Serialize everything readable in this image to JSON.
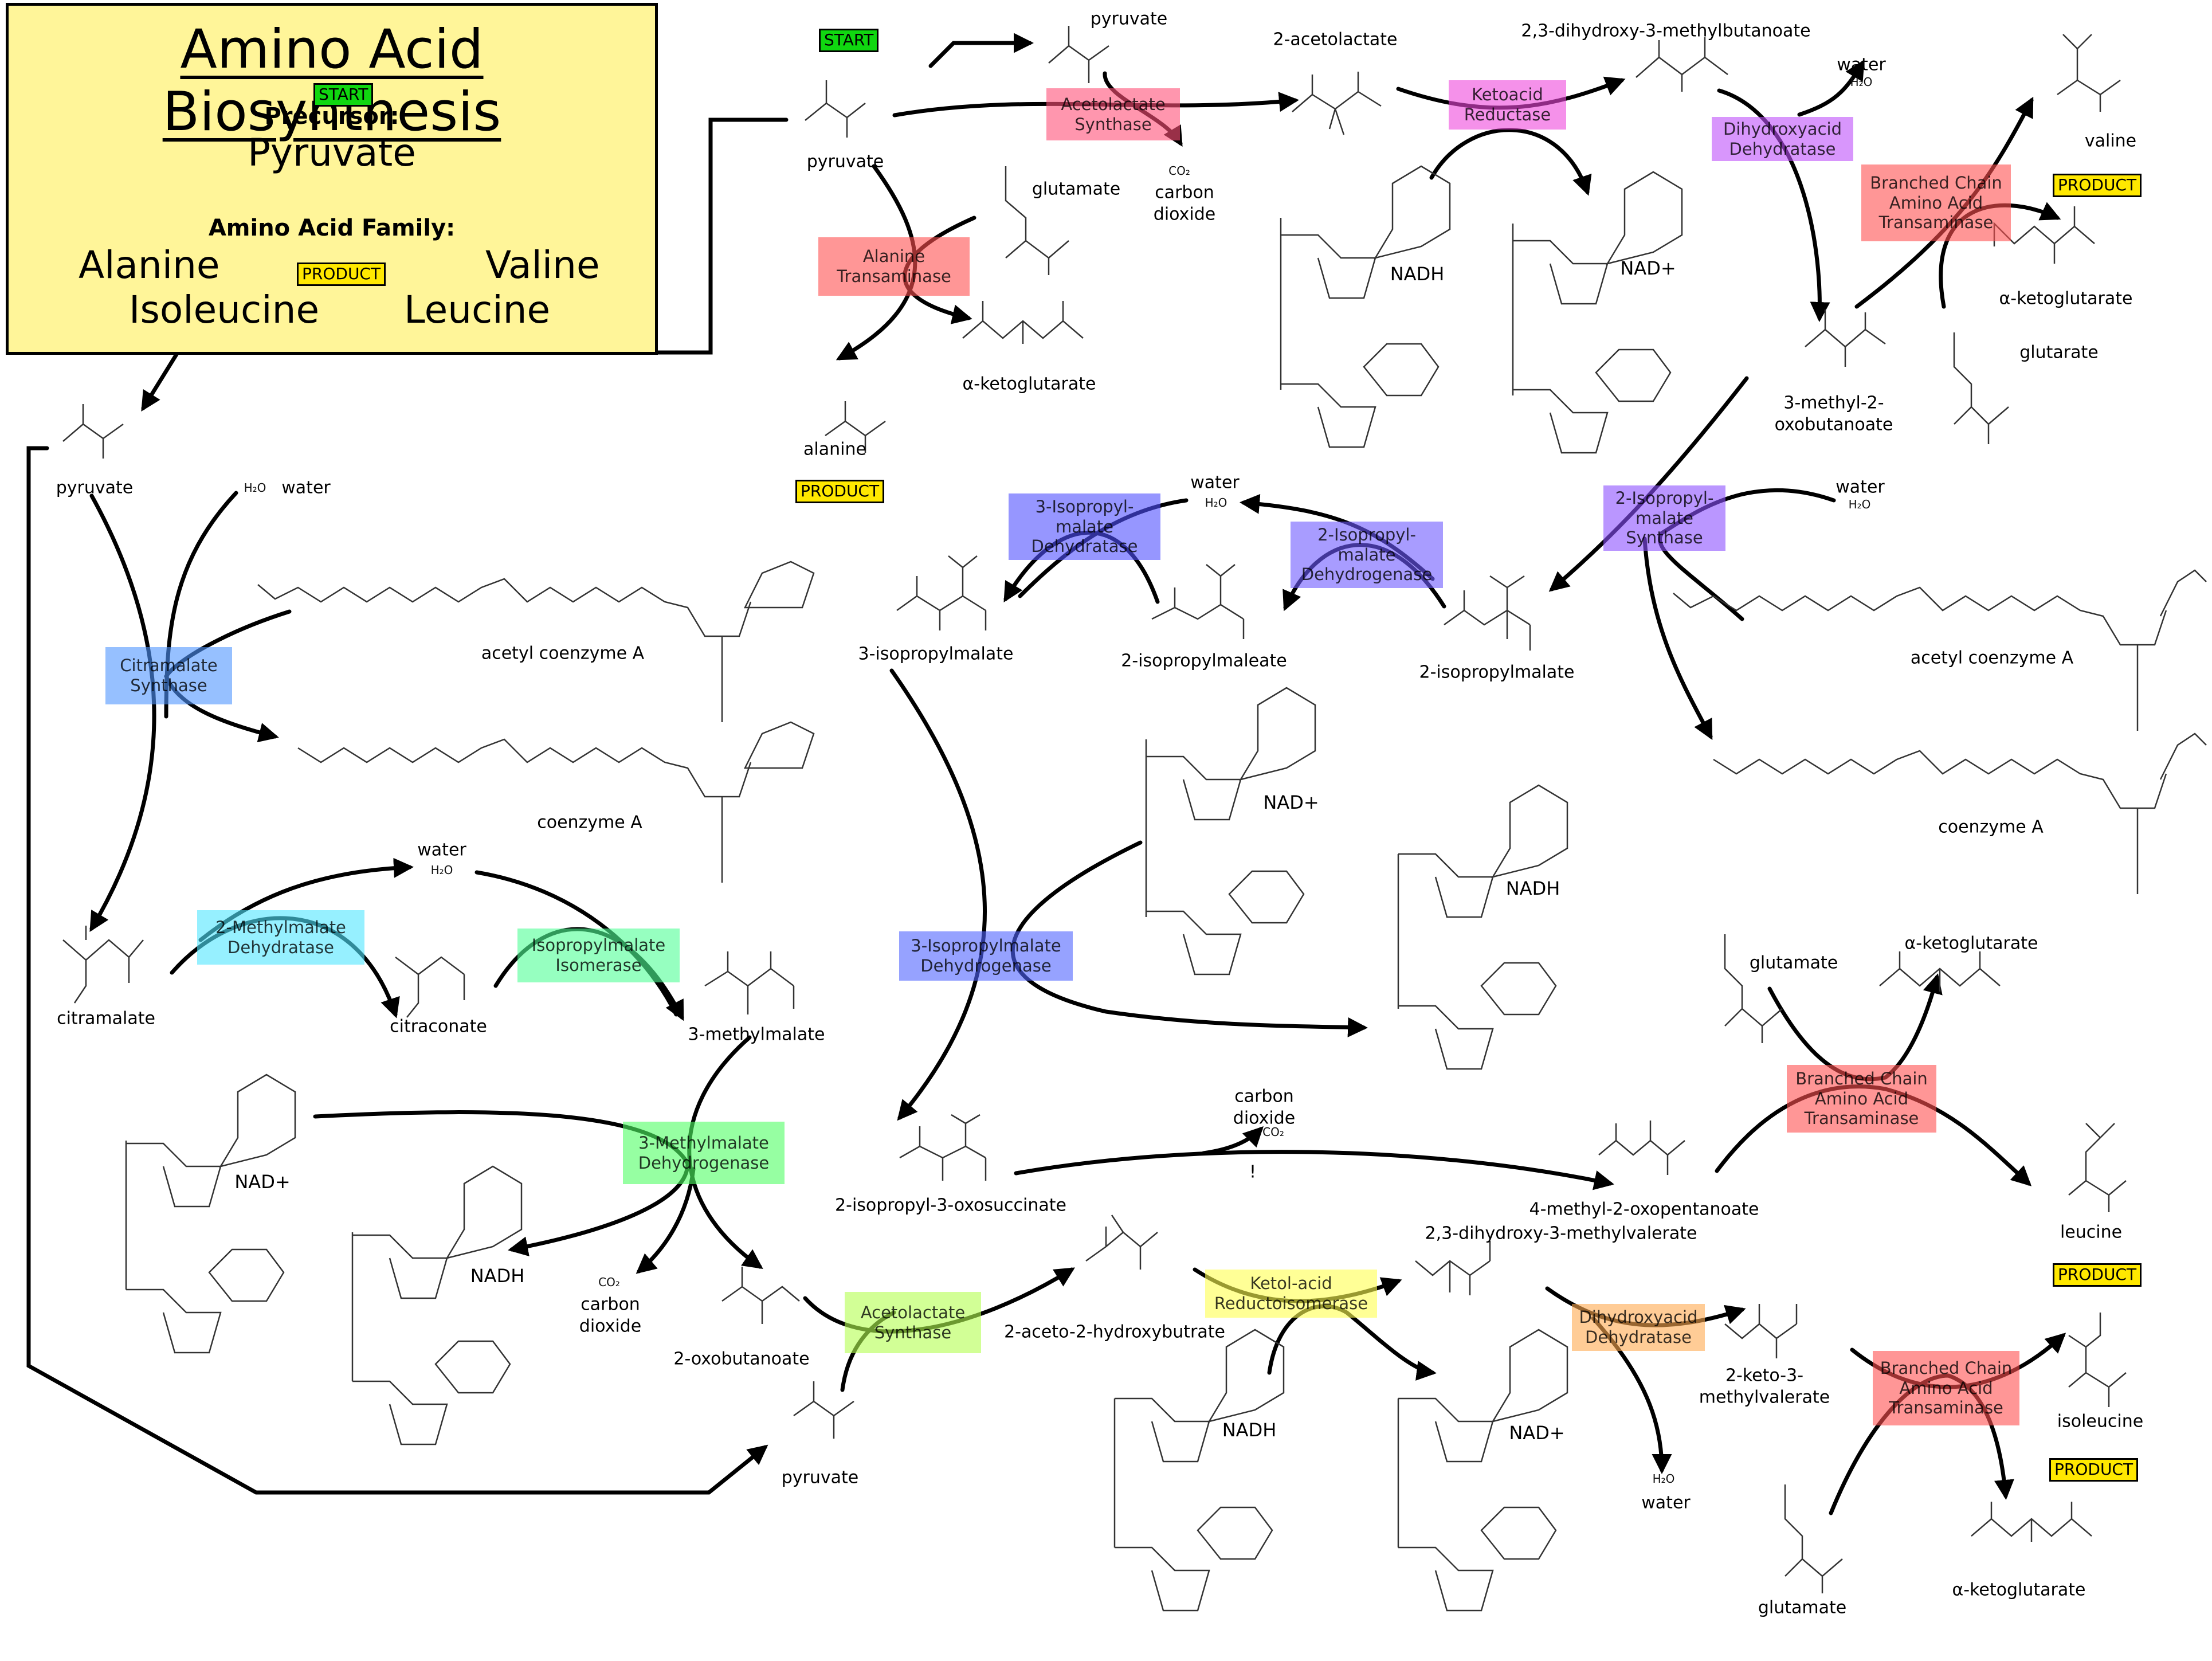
{
  "legend": {
    "title": "Amino Acid Biosynthesis",
    "start_badge": "START",
    "precursor_label": "Precursor:",
    "precursor_value": "Pyruvate",
    "family_label": "Amino Acid Family:",
    "product_badge": "PRODUCT",
    "family": [
      "Alanine",
      "Valine",
      "Isoleucine",
      "Leucine"
    ]
  },
  "badges": {
    "start": "START",
    "product": "PRODUCT"
  },
  "colors": {
    "start": "#10d710",
    "product": "#ffe800",
    "legend_bg": "#fff599",
    "acetolactate_synthase_top": "#ff6e8c",
    "ketoacid_reductase": "#f060e0",
    "dihydroxyacid_dehydratase_top": "#c060f8",
    "bcat": "#ff6e6e",
    "alanine_transaminase": "#ff6e6e",
    "isopropylmalate_synthase": "#9a5cff",
    "isopropylmalate_dehydrogenase_2": "#7a66ff",
    "isopropylmalate_dehydratase_3": "#5a5aff",
    "isopropylmalate_dehydrogenase_3": "#5a66ff",
    "citramalate_synthase": "#5a9cff",
    "methylmalate_dehydratase": "#5ae8ff",
    "isopropylmalate_isomerase": "#5aff9a",
    "methylmalate_dehydrogenase": "#5aff6e",
    "acetolactate_synthase_bottom": "#b8ff5a",
    "ketol_acid_reductoisomerase": "#ffff5a",
    "dihydroxyacid_dehydratase_bottom": "#ffb05a"
  },
  "enzymes": {
    "acetolactate_synthase_top": "Acetolactate\nSynthase",
    "alanine_transaminase": "Alanine\nTransaminase",
    "ketoacid_reductase": "Ketoacid\nReductase",
    "dihydroxyacid_dehydratase_top": "Dihydroxyacid\nDehydratase",
    "bcat_valine": "Branched Chain\nAmino Acid\nTransaminase",
    "isopropylmalate_synthase": "2-Isopropyl-\nmalate\nSynthase",
    "isopropylmalate_dehydrogenase_2": "2-Isopropyl-\nmalate\nDehydrogenase",
    "isopropylmalate_dehydratase_3": "3-Isopropyl-\nmalate\nDehydratase",
    "citramalate_synthase": "Citramalate\nSynthase",
    "isopropylmalate_dehydrogenase_3": "3-Isopropylmalate\nDehydrogenase",
    "methylmalate_dehydratase": "2-Methylmalate\nDehydratase",
    "isopropylmalate_isomerase": "Isopropylmalate\nIsomerase",
    "methylmalate_dehydrogenase": "3-Methylmalate\nDehydrogenase",
    "bcat_leucine": "Branched Chain\nAmino Acid\nTransaminase",
    "acetolactate_synthase_bottom": "Acetolactate\nSynthase",
    "ketol_acid_reductoisomerase": "Ketol-acid\nReductoisomerase",
    "dihydroxyacid_dehydratase_bottom": "Dihydroxyacid\nDehydratase",
    "bcat_isoleucine": "Branched Chain\nAmino Acid\nTransaminase"
  },
  "compounds": {
    "pyruvate_start": "pyruvate",
    "pyruvate_top": "pyruvate",
    "two_acetolactate": "2-acetolactate",
    "dihydroxy_methylbutanoate": "2,3-dihydroxy-3-methylbutanoate",
    "water_valine": "water",
    "valine": "valine",
    "glutamate_alanine": "glutamate",
    "carbon_dioxide_top": "carbon\ndioxide",
    "nadh_top": "NADH",
    "nad_top": "NAD+",
    "alpha_kg_valine": "α-ketoglutarate",
    "glutarate_valine": "glutarate",
    "alpha_kg_alanine": "α-ketoglutarate",
    "alanine": "alanine",
    "methyl_oxobutanoate": "3-methyl-2-\noxobutanoate",
    "pyruvate_left": "pyruvate",
    "water_citramalate": "water",
    "acetyl_coa_left": "acetyl coenzyme A",
    "coa_left": "coenzyme A",
    "water_isopropylmalate_mid": "water",
    "three_isopropylmalate": "3-isopropylmalate",
    "two_isopropylmaleate": "2-isopropylmaleate",
    "two_isopropylmalate": "2-isopropylmalate",
    "water_isopropylmalate_synthase": "water",
    "acetyl_coa_right": "acetyl coenzyme A",
    "coa_right": "coenzyme A",
    "water_methylmalate": "water",
    "citramalate": "citramalate",
    "citraconate": "citraconate",
    "three_methylmalate": "3-methylmalate",
    "nad_mid": "NAD+",
    "nadh_mid": "NADH",
    "glutamate_leucine": "glutamate",
    "alpha_kg_leucine": "α-ketoglutarate",
    "nad_left": "NAD+",
    "nadh_left": "NADH",
    "carbon_dioxide_mid": "carbon\ndioxide",
    "exclamation": "!",
    "oxosuccinate": "2-isopropyl-3-oxosuccinate",
    "methyl_oxopentanoate": "4-methyl-2-oxopentanoate",
    "leucine": "leucine",
    "carbon_dioxide_left": "carbon\ndioxide",
    "two_oxobutanoate": "2-oxobutanoate",
    "aceto_hydroxybutrate": "2-aceto-2-hydroxybutrate",
    "dihydroxy_methylvalerate": "2,3-dihydroxy-3-methylvalerate",
    "keto_methylvalerate": "2-keto-3-\nmethylvalerate",
    "isoleucine": "isoleucine",
    "pyruvate_bottom": "pyruvate",
    "nadh_bottom": "NADH",
    "nad_bottom": "NAD+",
    "water_isoleucine": "water",
    "glutamate_isoleucine": "glutamate",
    "alpha_kg_isoleucine": "α-ketoglutarate"
  },
  "formulas": {
    "co2": "CO₂",
    "h2o": "H₂O"
  }
}
